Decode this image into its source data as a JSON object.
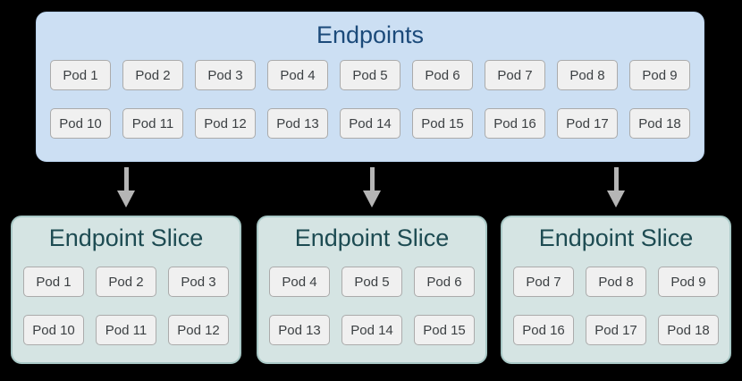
{
  "colors": {
    "background": "#000000",
    "endpoints_box_fill": "#ccdff3",
    "endpoints_box_border": "#b9d2ec",
    "endpoints_title": "#1b4a7a",
    "slice_box_fill": "#d5e4e3",
    "slice_box_border": "#a8c8c6",
    "slice_title": "#1d4b52",
    "pod_fill": "#f0f0f0",
    "pod_border": "#ababab",
    "pod_text": "#3c4043",
    "arrow": "#b5b5b5"
  },
  "endpoints": {
    "title": "Endpoints",
    "pods": [
      "Pod 1",
      "Pod 2",
      "Pod 3",
      "Pod 4",
      "Pod 5",
      "Pod 6",
      "Pod 7",
      "Pod 8",
      "Pod 9",
      "Pod 10",
      "Pod 11",
      "Pod 12",
      "Pod 13",
      "Pod 14",
      "Pod 15",
      "Pod 16",
      "Pod 17",
      "Pod 18"
    ]
  },
  "slices": [
    {
      "title": "Endpoint Slice",
      "pods": [
        "Pod 1",
        "Pod 2",
        "Pod 3",
        "Pod 10",
        "Pod 11",
        "Pod 12"
      ]
    },
    {
      "title": "Endpoint Slice",
      "pods": [
        "Pod 4",
        "Pod 5",
        "Pod 6",
        "Pod 13",
        "Pod 14",
        "Pod 15"
      ]
    },
    {
      "title": "Endpoint Slice",
      "pods": [
        "Pod 7",
        "Pod 8",
        "Pod 9",
        "Pod 16",
        "Pod 17",
        "Pod 18"
      ]
    }
  ]
}
